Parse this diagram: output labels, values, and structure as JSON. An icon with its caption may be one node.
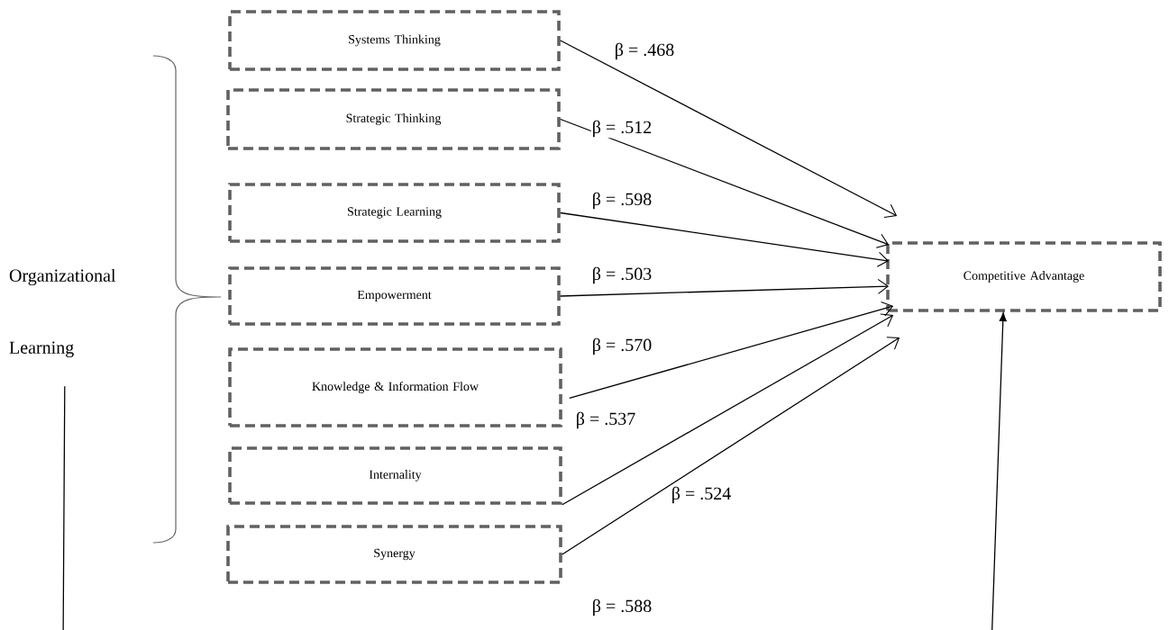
{
  "diagram": {
    "nodes": [
      {
        "text": [
          "Organizational Learning"
        ]
      },
      {
        "text": [
          "Systems Thinking"
        ]
      },
      {
        "text": [
          "Strategic Thinking"
        ]
      },
      {
        "text": [
          "Strategic Learning"
        ]
      },
      {
        "text": [
          "Empowerment"
        ]
      },
      {
        "text": [
          "Knowledge & Information Flow"
        ]
      },
      {
        "text": [
          "Internality"
        ]
      },
      {
        "text": [
          "Synergy"
        ]
      },
      {
        "text": [
          "Competitive Advantage"
        ]
      }
    ],
    "edges": [
      {
        "from": 1,
        "to": 8,
        "arrow": "to",
        "label": "β = .468"
      },
      {
        "from": 2,
        "to": 8,
        "arrow": "to",
        "label": "β = .512"
      },
      {
        "from": 3,
        "to": 8,
        "arrow": "to",
        "label": "β = .598"
      },
      {
        "from": 4,
        "to": 8,
        "arrow": "to",
        "label": "β = .503"
      },
      {
        "from": 5,
        "to": 8,
        "arrow": "to",
        "label": "β = .570"
      },
      {
        "from": 6,
        "to": 8,
        "arrow": "to",
        "label": "β = .537"
      },
      {
        "from": 7,
        "to": 8,
        "arrow": "to",
        "label": "β = .524"
      },
      {
        "from": 0,
        "to": 8,
        "arrow": "to",
        "label": "β = .588"
      }
    ]
  }
}
